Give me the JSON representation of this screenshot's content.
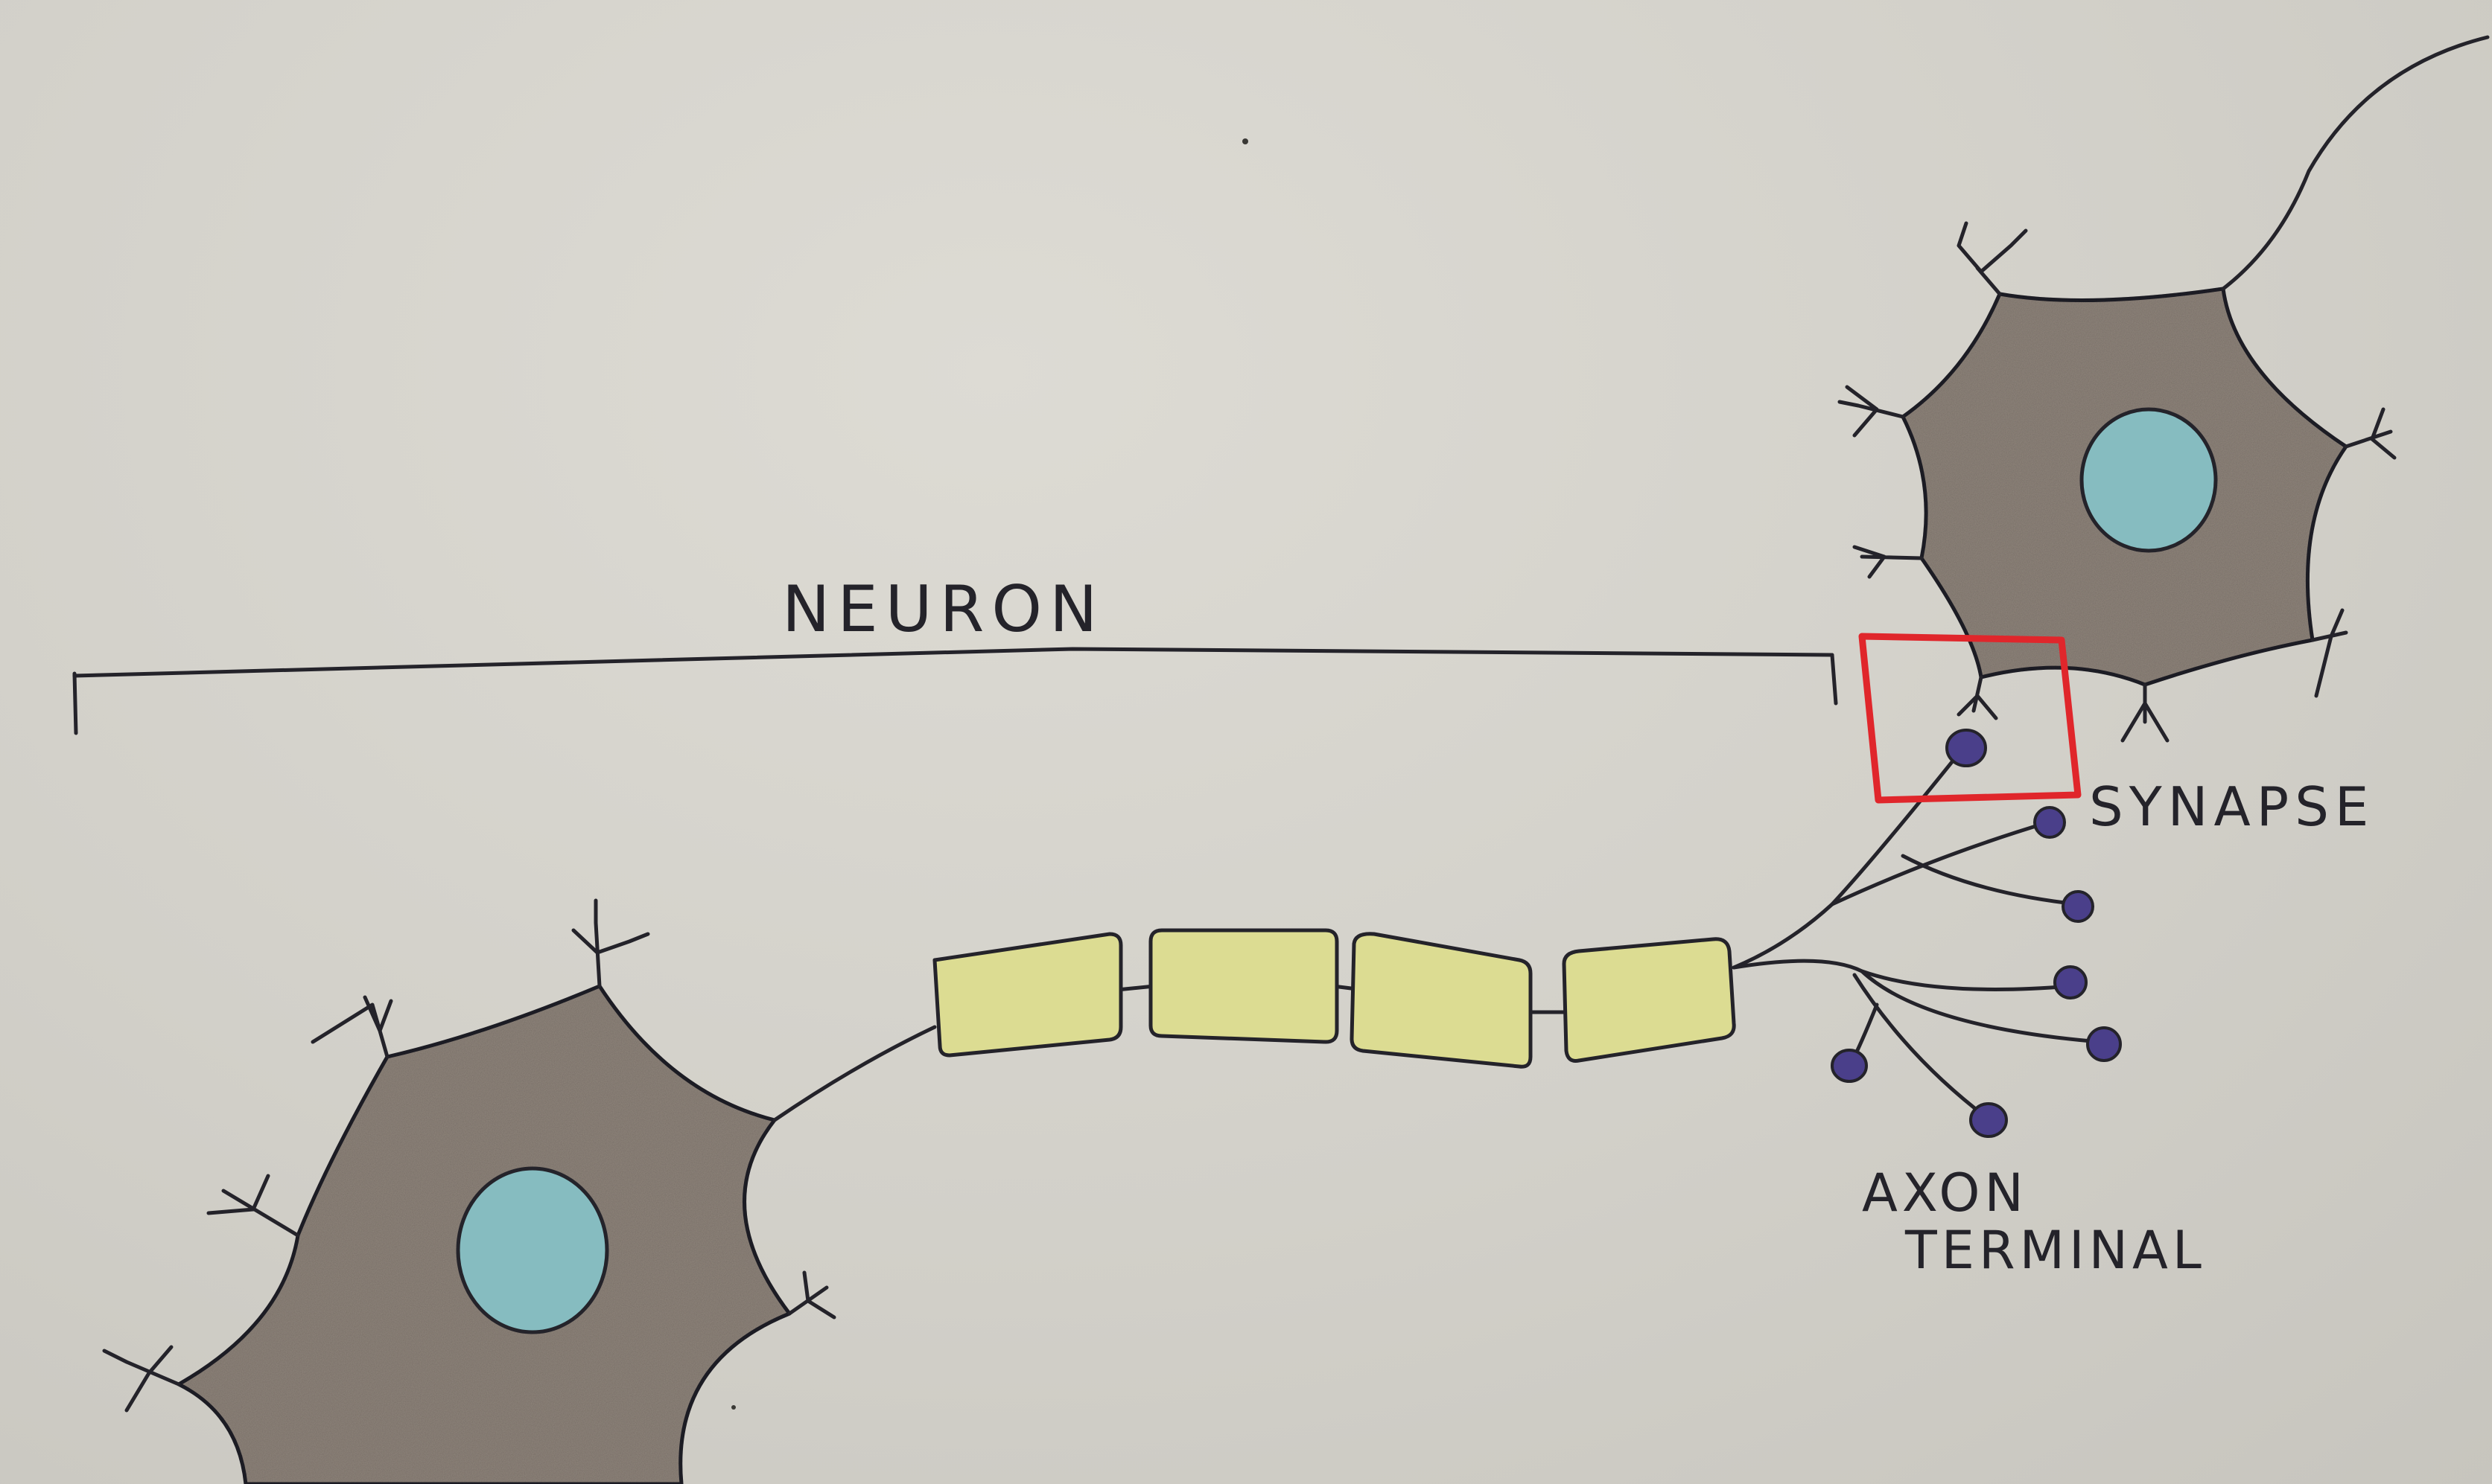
{
  "labels": {
    "neuron": "NEURON",
    "synapse": "SYNAPSE",
    "axon_terminal_line1": "AXON",
    "axon_terminal_line2": "TERMINAL"
  },
  "colors": {
    "paper": "#d4d2cb",
    "ink": "#24232a",
    "cell_body": "#8c8279",
    "nucleus": "#86bcc0",
    "myelin": "#dcdc92",
    "terminal_bulb": "#4a3f8a",
    "synapse_box": "#e0262b"
  }
}
